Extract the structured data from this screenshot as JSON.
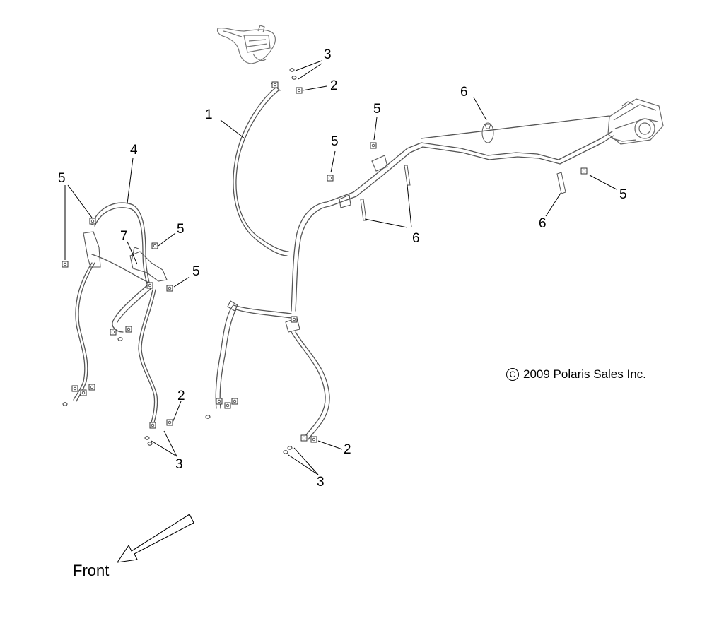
{
  "callouts": {
    "c1": "1",
    "c2a": "2",
    "c2b": "2",
    "c2c": "2",
    "c3a": "3",
    "c3b": "3",
    "c3c": "3",
    "c4": "4",
    "c5a": "5",
    "c5b": "5",
    "c5c": "5",
    "c5d": "5",
    "c5e": "5",
    "c5f": "5",
    "c6a": "6",
    "c6b": "6",
    "c6c": "6",
    "c7": "7"
  },
  "copyright": {
    "symbol": "C",
    "text": "2009 Polaris Sales Inc."
  },
  "direction": {
    "label": "Front"
  }
}
